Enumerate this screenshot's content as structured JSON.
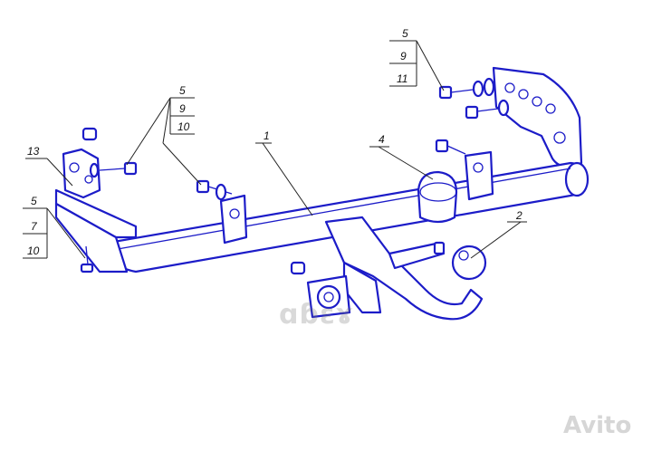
{
  "watermarks": {
    "logo": "ɑɓɛɤ",
    "brand": "Avito"
  },
  "callouts": {
    "part1": "1",
    "part2": "2",
    "part4": "4",
    "part13": "13",
    "group_top_right": [
      "5",
      "9",
      "11"
    ],
    "group_mid": [
      "5",
      "9",
      "10"
    ],
    "group_left": [
      "5",
      "7",
      "10"
    ]
  },
  "colors": {
    "line": "#1c1cc8",
    "leader": "#222222",
    "background": "#ffffff"
  }
}
